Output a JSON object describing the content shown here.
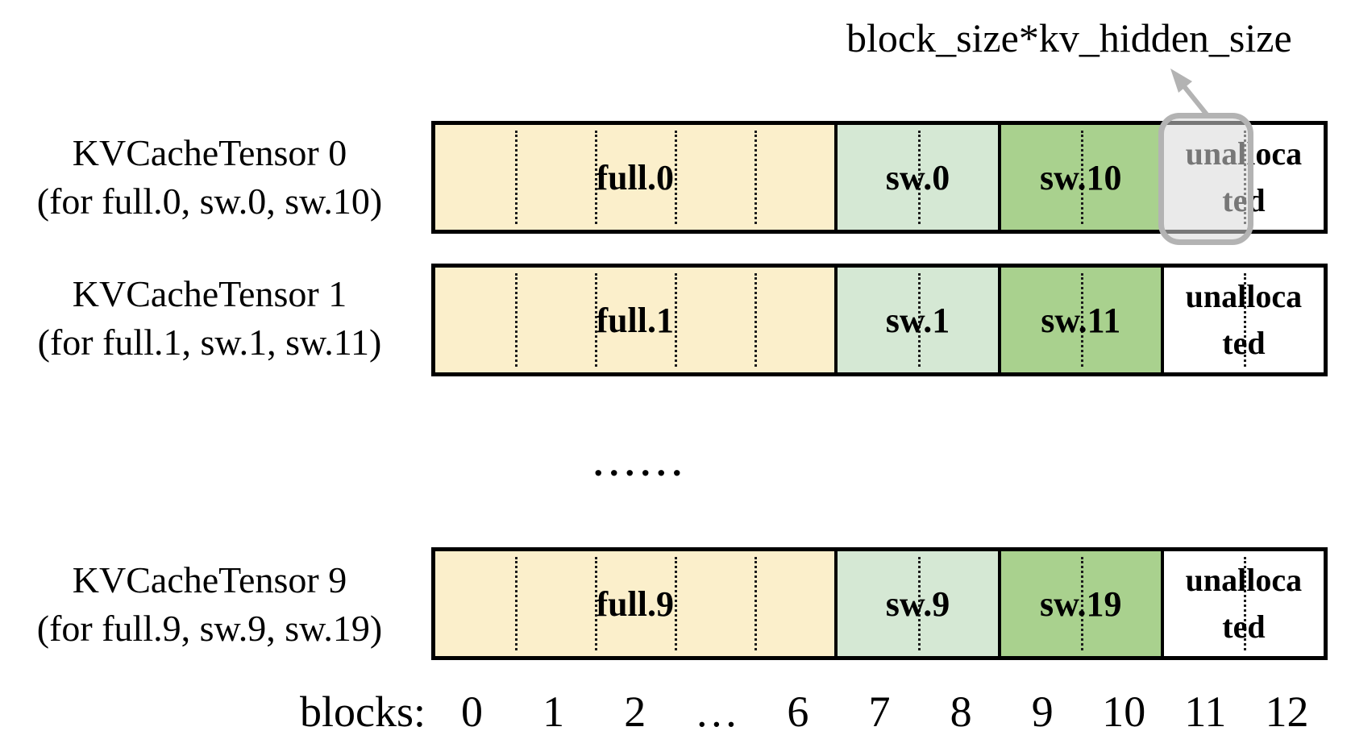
{
  "annotation": {
    "label": "block_size*kv_hidden_size"
  },
  "ellipsis": "......",
  "axis": {
    "label": "blocks:",
    "ticks": [
      "0",
      "1",
      "2",
      "…",
      "6",
      "7",
      "8",
      "9",
      "10",
      "11",
      "12"
    ]
  },
  "colors": {
    "yellow": "#FBEFCB",
    "light_green": "#D5E8D4",
    "dark_green": "#A9D18E",
    "white": "#FFFFFF",
    "highlight_gray": "#B3B3B3",
    "border_black": "#000000"
  },
  "rows": [
    {
      "title": "KVCacheTensor 0",
      "subtitle": "(for full.0, sw.0, sw.10)",
      "sections": [
        {
          "label": "full.0",
          "fill": "yellow",
          "cells": 5
        },
        {
          "label": "sw.0",
          "fill": "light_green",
          "cells": 2
        },
        {
          "label": "sw.10",
          "fill": "dark_green",
          "cells": 2
        },
        {
          "label": "unallocated",
          "fill": "white",
          "cells": 2,
          "lines": [
            "unalloca",
            "ted"
          ]
        }
      ]
    },
    {
      "title": "KVCacheTensor 1",
      "subtitle": "(for full.1, sw.1, sw.11)",
      "sections": [
        {
          "label": "full.1",
          "fill": "yellow",
          "cells": 5
        },
        {
          "label": "sw.1",
          "fill": "light_green",
          "cells": 2
        },
        {
          "label": "sw.11",
          "fill": "dark_green",
          "cells": 2
        },
        {
          "label": "unallocated",
          "fill": "white",
          "cells": 2,
          "lines": [
            "unalloca",
            "ted"
          ]
        }
      ]
    },
    {
      "title": "KVCacheTensor 9",
      "subtitle": "(for full.9, sw.9, sw.19)",
      "sections": [
        {
          "label": "full.9",
          "fill": "yellow",
          "cells": 5
        },
        {
          "label": "sw.9",
          "fill": "light_green",
          "cells": 2
        },
        {
          "label": "sw.19",
          "fill": "dark_green",
          "cells": 2
        },
        {
          "label": "unallocated",
          "fill": "white",
          "cells": 2,
          "lines": [
            "unalloca",
            "ted"
          ]
        }
      ]
    }
  ]
}
